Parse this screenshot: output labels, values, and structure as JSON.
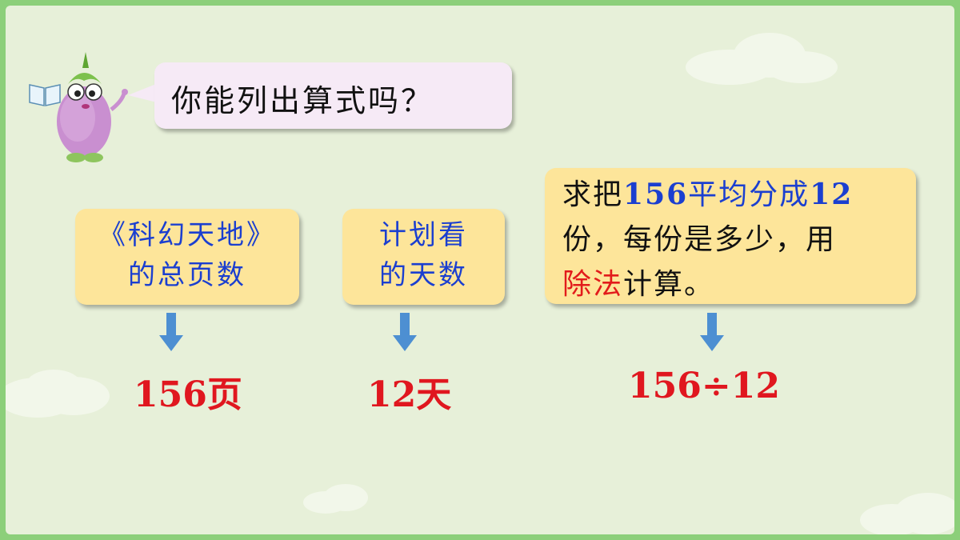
{
  "colors": {
    "frame": "#8ccf7a",
    "slide": "#e7f0d9",
    "card": "#fde59a",
    "bubble": "#f6eaf6",
    "blue": "#1b3fd0",
    "red": "#e0171f"
  },
  "bubble": {
    "text": "你能列出算式吗？"
  },
  "card1": {
    "line1": "《科幻天地》",
    "line2": "的总页数"
  },
  "card2": {
    "line1": "计划看",
    "line2": "的天数"
  },
  "card3": {
    "p1": "求把",
    "n1": "156",
    "p2": "平均分成",
    "n2": "12",
    "p3": "份，每份是多少，用",
    "highlight": "除法",
    "p4": "计算。"
  },
  "results": {
    "r1": "156页",
    "r2": "12天",
    "r3": "156÷12"
  },
  "icons": [
    "eggplant-mascot-icon",
    "book-icon",
    "down-arrow-icon",
    "cloud-icon"
  ]
}
